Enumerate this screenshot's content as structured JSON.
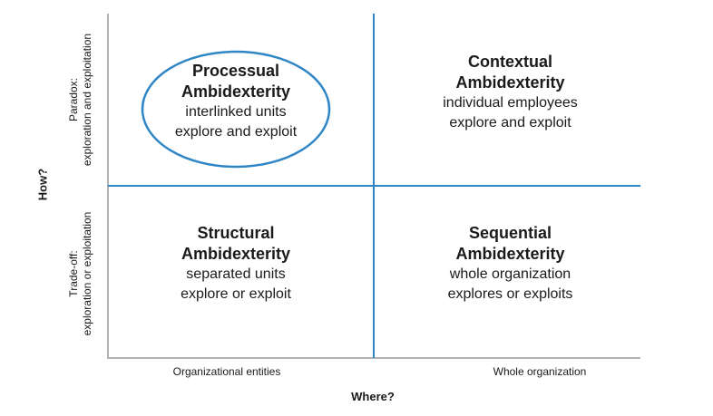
{
  "axes": {
    "y_title": "How?",
    "x_title": "Where?",
    "y_top_label": [
      "Paradox:",
      "exploration and exploitation"
    ],
    "y_bottom_label": [
      "Trade-off:",
      "exploration or exploitation"
    ],
    "x_left_label": "Organizational entities",
    "x_right_label": "Whole organization"
  },
  "quadrants": {
    "top_left": {
      "title": [
        "Processual",
        "Ambidexterity"
      ],
      "desc": [
        "interlinked units",
        "explore and exploit"
      ],
      "highlighted": true
    },
    "top_right": {
      "title": [
        "Contextual",
        "Ambidexterity"
      ],
      "desc": [
        "individual employees",
        "explore and exploit"
      ]
    },
    "bottom_left": {
      "title": [
        "Structural",
        "Ambidexterity"
      ],
      "desc": [
        "separated units",
        "explore or exploit"
      ]
    },
    "bottom_right": {
      "title": [
        "Sequential",
        "Ambidexterity"
      ],
      "desc": [
        "whole organization",
        "explores or exploits"
      ]
    }
  },
  "colors": {
    "divider": "#2f86c6",
    "axis": "#b3b3b3",
    "highlight": "#2f86c6"
  }
}
